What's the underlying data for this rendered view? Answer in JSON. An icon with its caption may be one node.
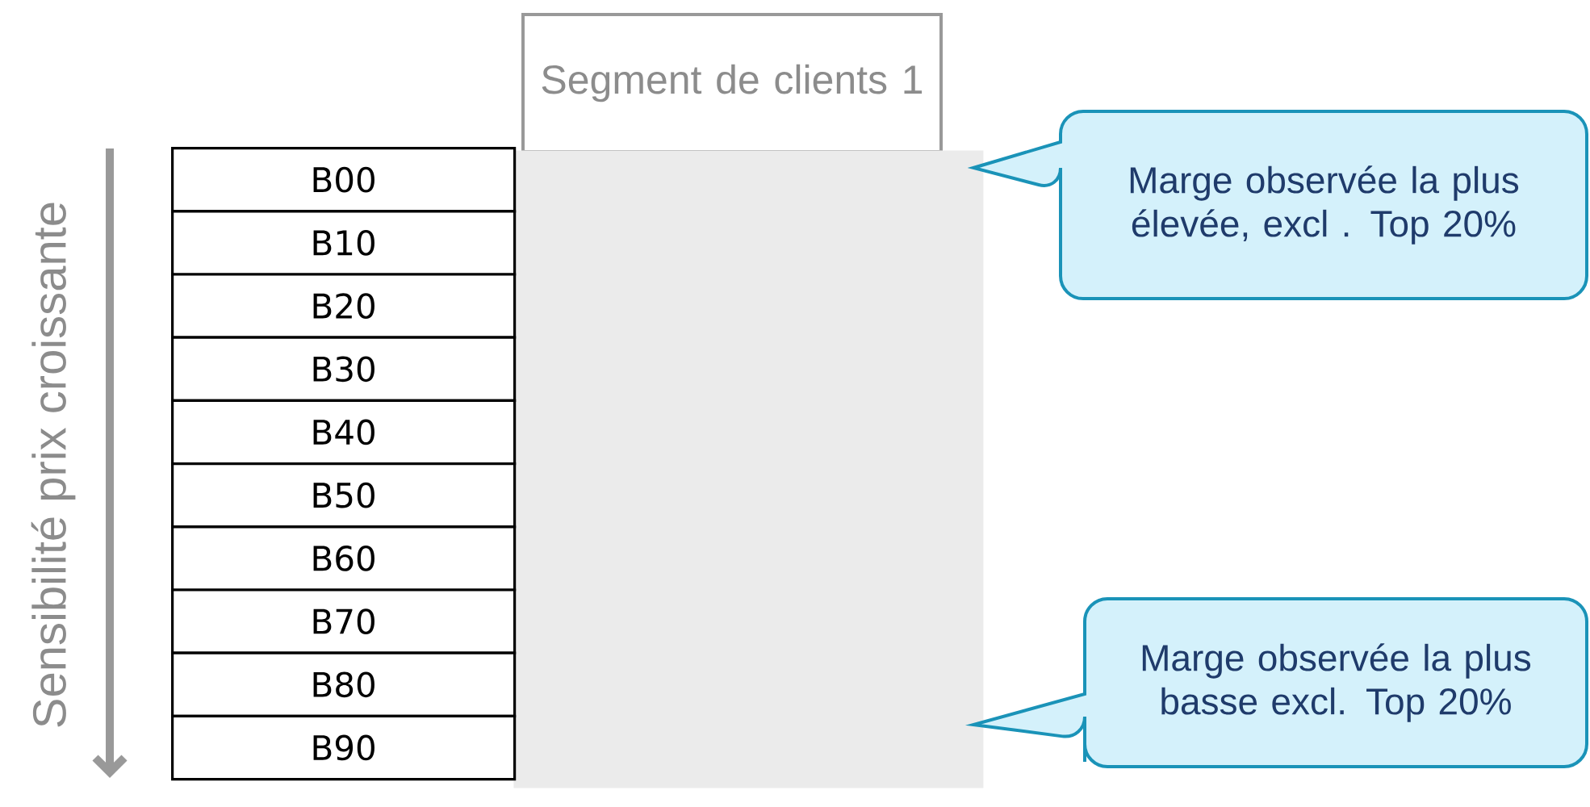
{
  "diagram": {
    "nodes": [
      {
        "text": [
          "Segment de clients 1"
        ]
      },
      {
        "text": [],
        "shape": "box"
      },
      {
        "text": [
          "B00"
        ]
      },
      {
        "text": [
          "B10"
        ]
      },
      {
        "text": [
          "B20"
        ]
      },
      {
        "text": [
          "B30"
        ]
      },
      {
        "text": [
          "B40"
        ]
      },
      {
        "text": [
          "B50"
        ]
      },
      {
        "text": [
          "B60"
        ]
      },
      {
        "text": [
          "B70"
        ]
      },
      {
        "text": [
          "B80"
        ]
      },
      {
        "text": [
          "B90"
        ]
      },
      {
        "text": [
          "Marge observée la plus élevée, excl . Top 20%"
        ]
      },
      {
        "text": [
          "Marge observée la plus basse excl. Top 20%"
        ]
      }
    ],
    "labels": [
      "Sensibilité prix croissante"
    ]
  }
}
